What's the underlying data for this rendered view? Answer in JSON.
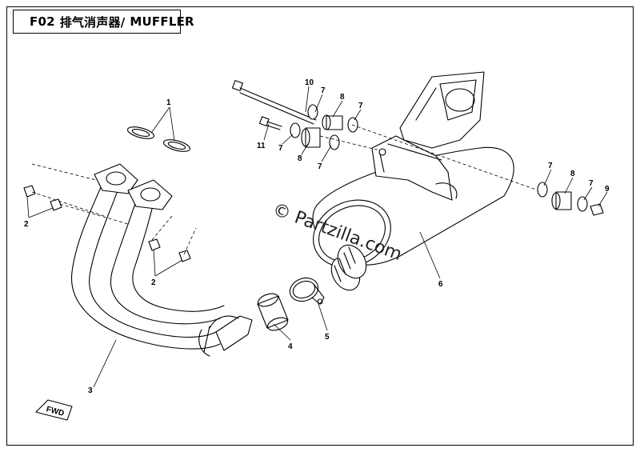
{
  "title": {
    "code": "F02",
    "name_cn": "排气消声器/",
    "name_en": "MUFFLER"
  },
  "watermark": "© Partzilla.com",
  "direction_label": "FWD",
  "callouts": {
    "c1": "1",
    "c2a": "2",
    "c2b": "2",
    "c3": "3",
    "c4": "4",
    "c5": "5",
    "c6": "6",
    "c7a": "7",
    "c7b": "7",
    "c7c": "7",
    "c7d": "7",
    "c7e": "7",
    "c8a": "8",
    "c8b": "8",
    "c8c": "8",
    "c9": "9",
    "c10": "10",
    "c11": "11"
  }
}
